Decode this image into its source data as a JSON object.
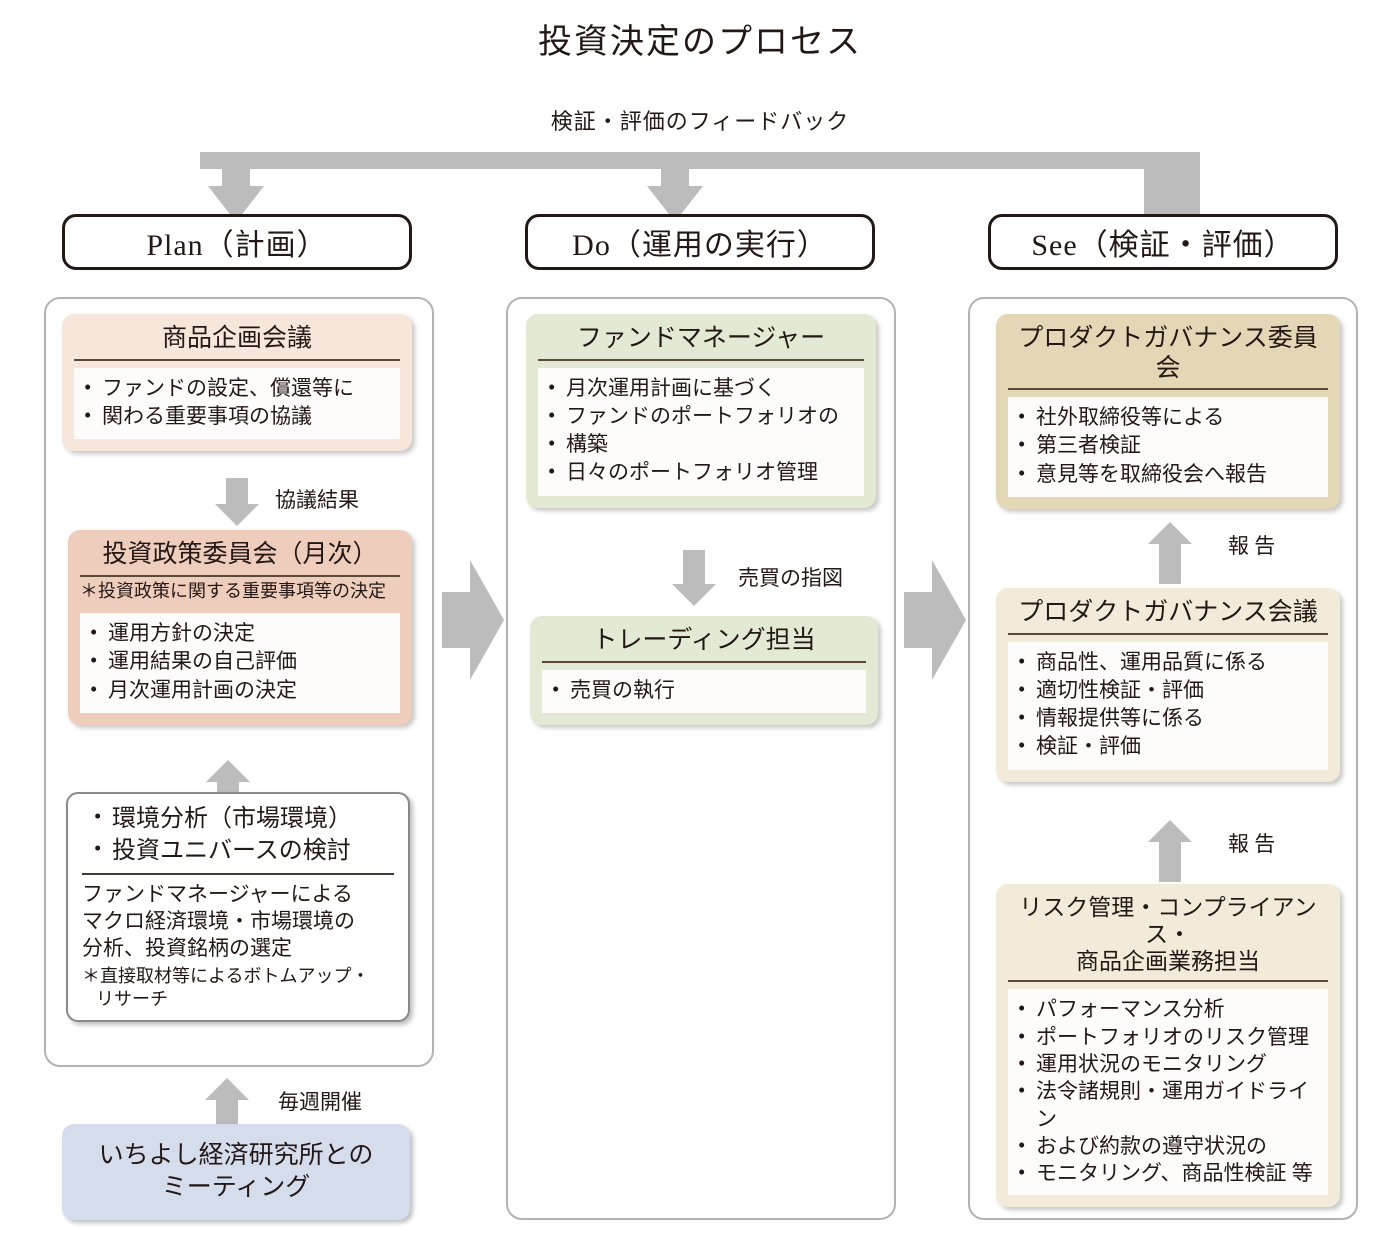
{
  "title": "投資決定のプロセス",
  "feedback_label": "検証・評価のフィードバック",
  "columns": {
    "plan": {
      "header": "Plan（計画）",
      "cards": {
        "product_planning": {
          "title": "商品企画会議",
          "bullets": [
            "ファンドの設定、償還等に",
            "関わる重要事項の協議"
          ]
        },
        "investment_policy": {
          "title": "投資政策委員会（月次）",
          "note": "＊投資政策に関する重要事項等の決定",
          "bullets": [
            "運用方針の決定",
            "運用結果の自己評価",
            "月次運用計画の決定"
          ]
        },
        "analysis": {
          "bullets": [
            "環境分析（市場環境）",
            "投資ユニバースの検討"
          ],
          "paragraph": "ファンドマネージャーによる\nマクロ経済環境・市場環境の\n分析、投資銘柄の選定",
          "footnote": "＊直接取材等によるボトムアップ・",
          "footnote_cont": "リサーチ"
        },
        "meeting": {
          "label": "いちよし経済研究所との\nミーティング"
        }
      },
      "arrows": {
        "to_policy": "協議結果",
        "from_meeting": "毎週開催"
      }
    },
    "do": {
      "header": "Do（運用の実行）",
      "cards": {
        "fund_manager": {
          "title": "ファンドマネージャー",
          "bullets": [
            "月次運用計画に基づく",
            "ファンドのポートフォリオの",
            "構築",
            "日々のポートフォリオ管理"
          ]
        },
        "trading": {
          "title": "トレーディング担当",
          "bullets": [
            "売買の執行"
          ]
        }
      },
      "arrows": {
        "to_trading": "売買の指図"
      }
    },
    "see": {
      "header": "See（検証・評価）",
      "cards": {
        "governance_committee": {
          "title": "プロダクトガバナンス委員会",
          "bullets": [
            "社外取締役等による",
            "第三者検証",
            "意見等を取締役会へ報告"
          ]
        },
        "governance_meeting": {
          "title": "プロダクトガバナンス会議",
          "bullets": [
            "商品性、運用品質に係る",
            "適切性検証・評価",
            "情報提供等に係る",
            "検証・評価"
          ]
        },
        "risk_management": {
          "title": "リスク管理・コンプライアンス・\n商品企画業務担当",
          "bullets": [
            "パフォーマンス分析",
            "ポートフォリオのリスク管理",
            "運用状況のモニタリング",
            "法令諸規則・運用ガイドライン",
            "および約款の遵守状況の",
            "モニタリング、商品性検証 等"
          ]
        }
      },
      "arrows": {
        "to_committee": "報 告",
        "to_meeting": "報 告"
      }
    }
  },
  "colors": {
    "arrow_gray": "#bcbcbc",
    "plan_light": "#f7e6dc",
    "plan_dark": "#eecdbc",
    "do_green": "#e2e9d4",
    "see_khaki": "#e3d8b6",
    "see_cream": "#f2ebd9",
    "meeting_blue": "#d5dceb",
    "text": "#231815"
  }
}
